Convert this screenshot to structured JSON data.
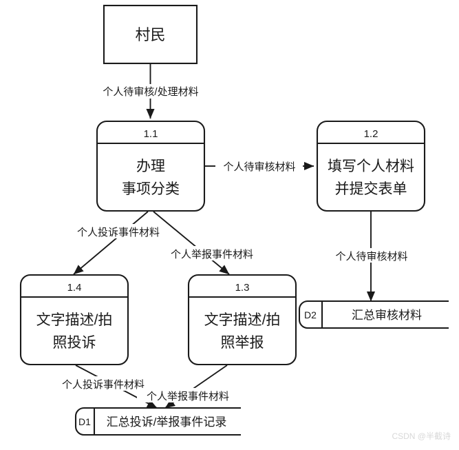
{
  "diagram": {
    "type": "data-flow-diagram",
    "title": "",
    "external_entities": [
      {
        "id": "villager",
        "label": "村民"
      }
    ],
    "processes": [
      {
        "id": "p11",
        "number": "1.1",
        "line1": "办理",
        "line2": "事项分类"
      },
      {
        "id": "p12",
        "number": "1.2",
        "line1": "填写个人材料",
        "line2": "并提交表单"
      },
      {
        "id": "p14",
        "number": "1.4",
        "line1": "文字描述/拍",
        "line2": "照投诉"
      },
      {
        "id": "p13",
        "number": "1.3",
        "line1": "文字描述/拍",
        "line2": "照举报"
      }
    ],
    "data_stores": [
      {
        "id": "D2",
        "code": "D2",
        "label": "汇总审核材料"
      },
      {
        "id": "D1",
        "code": "D1",
        "label": "汇总投诉/举报事件记录"
      }
    ],
    "flows": [
      {
        "id": "f1",
        "from": "villager",
        "to": "p11",
        "label": "个人待审核/处理材料"
      },
      {
        "id": "f2",
        "from": "p11",
        "to": "p12",
        "label": "个人待审核材料"
      },
      {
        "id": "f3",
        "from": "p11",
        "to": "p14",
        "label": "个人投诉事件材料"
      },
      {
        "id": "f4",
        "from": "p11",
        "to": "p13",
        "label": "个人举报事件材料"
      },
      {
        "id": "f5",
        "from": "p12",
        "to": "D2",
        "label": "个人待审核材料"
      },
      {
        "id": "f6",
        "from": "p14",
        "to": "D1",
        "label": "个人投诉事件材料"
      },
      {
        "id": "f7",
        "from": "p13",
        "to": "D1",
        "label": "个人举报事件材料"
      }
    ],
    "watermark": "CSDN @半截诗",
    "colors": {
      "stroke": "#1a1a1a",
      "fill": "#ffffff",
      "watermark": "#d8d8d8"
    }
  }
}
